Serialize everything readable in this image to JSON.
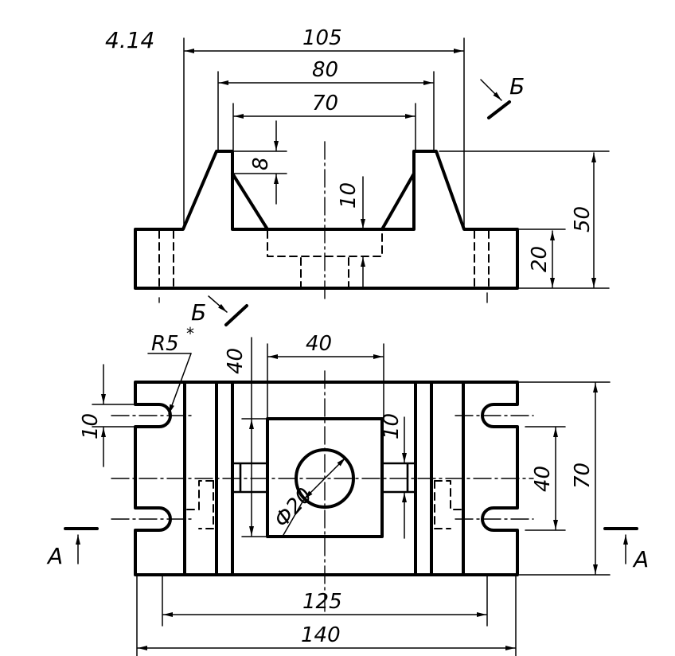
{
  "figure_number": "4.14",
  "section_marks": {
    "b": "Б",
    "a": "А"
  },
  "dims": {
    "top_105": "105",
    "top_80": "80",
    "top_70": "70",
    "top_8": "8",
    "top_10": "10",
    "top_50": "50",
    "top_20": "20",
    "plan_r5": "R5",
    "plan_r5_star": "*",
    "plan_40_top": "40",
    "plan_40_vert_left": "40",
    "plan_10_left": "10",
    "plan_10_right": "10",
    "plan_40_right": "40",
    "plan_70": "70",
    "plan_phi20": "Ф20",
    "plan_125": "125",
    "plan_140": "140"
  },
  "colors": {
    "ink": "#000000",
    "paper": "#ffffff"
  }
}
